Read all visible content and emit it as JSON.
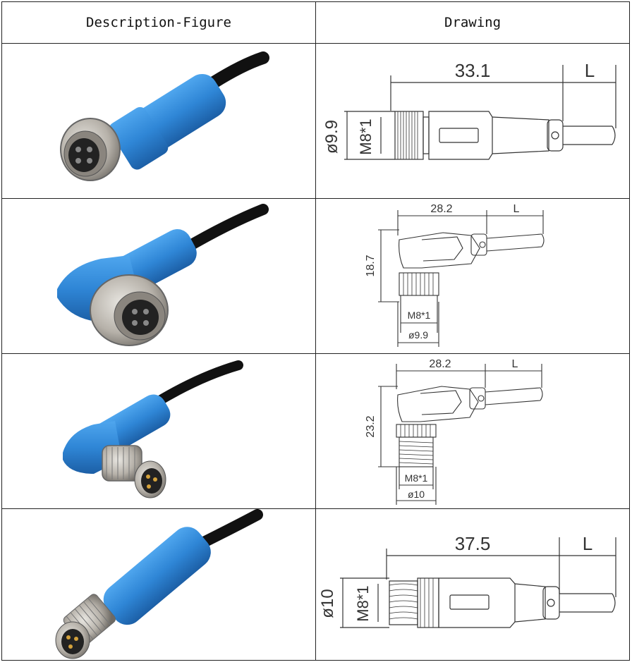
{
  "table": {
    "headers": [
      "Description-Figure",
      "Drawing"
    ],
    "rows": [
      {
        "figure_icon": "straight-female-connector-photo",
        "drawing": {
          "length": "33.1",
          "cable": "L",
          "diameter": "ø9.9",
          "thread": "M8*1"
        }
      },
      {
        "figure_icon": "right-angle-female-connector-photo",
        "drawing": {
          "length": "28.2",
          "cable": "L",
          "height": "18.7",
          "thread": "M8*1",
          "diameter": "ø9.9"
        }
      },
      {
        "figure_icon": "right-angle-male-connector-photo",
        "drawing": {
          "length": "28.2",
          "cable": "L",
          "height": "23.2",
          "thread": "M8*1",
          "diameter": "ø10"
        }
      },
      {
        "figure_icon": "straight-male-connector-photo",
        "drawing": {
          "length": "37.5",
          "cable": "L",
          "diameter": "ø10",
          "thread": "M8*1"
        }
      }
    ]
  },
  "colors": {
    "connector_blue": "#2f86d6",
    "cable_black": "#111111",
    "metal": "#b8b4ad",
    "line": "#333333"
  }
}
